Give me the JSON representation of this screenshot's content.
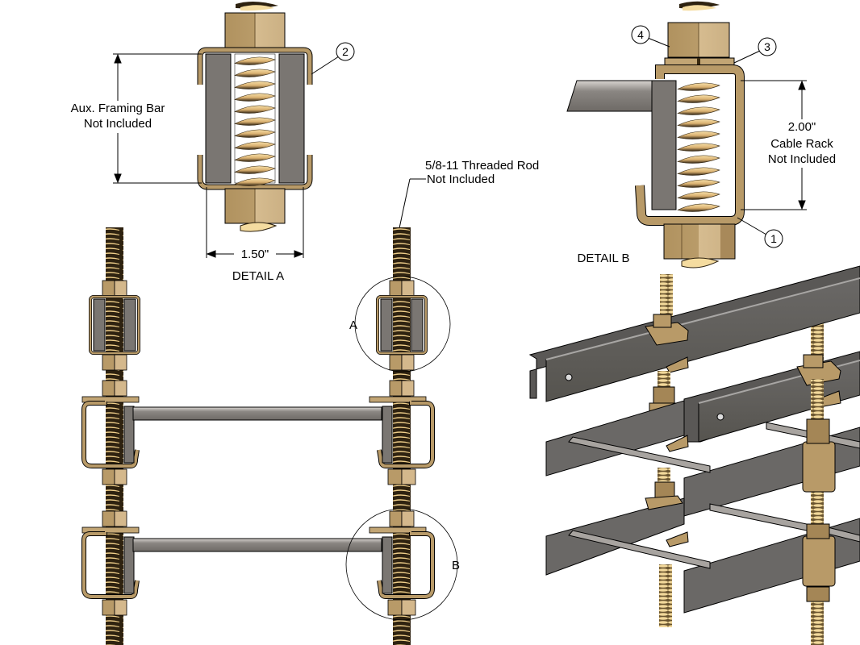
{
  "drawing": {
    "detail_a": {
      "title": "DETAIL A",
      "dimension_width": "1.50\"",
      "framing_label_line1": "Aux. Framing Bar",
      "framing_label_line2": "Not Included",
      "balloon": "2"
    },
    "detail_b": {
      "title": "DETAIL B",
      "dimension_height": "2.00\"",
      "rack_label_line1": "Cable Rack",
      "rack_label_line2": "Not Included",
      "balloons": [
        "4",
        "3",
        "1"
      ]
    },
    "rod_callout": {
      "line1": "5/8-11 Threaded Rod",
      "line2": "Not Included"
    },
    "detail_markers": {
      "a": "A",
      "b": "B"
    }
  },
  "colors": {
    "brass_dark": "#b89a68",
    "brass_light": "#d4b88c",
    "thread_light": "#f0d090",
    "thread_dark": "#3a2a10",
    "steel": "#7a7672",
    "steel_dark": "#5c5a58",
    "outline": "#000000"
  }
}
